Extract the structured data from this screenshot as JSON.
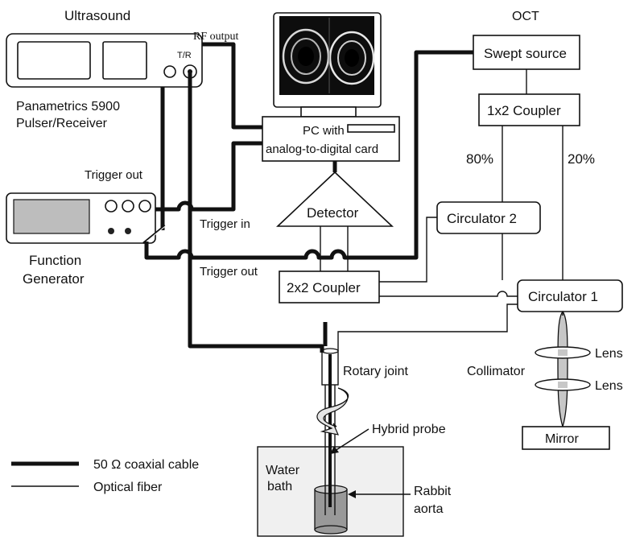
{
  "ultrasound": {
    "title": "Ultrasound",
    "device_line1": "Panametrics 5900",
    "device_line2": "Pulser/Receiver",
    "port_tr": "T/R",
    "rf_output": "RF output"
  },
  "function_generator": {
    "trigger_out_top": "Trigger out",
    "trigger_in": "Trigger in",
    "trigger_out_bottom": "Trigger out",
    "name_line1": "Function",
    "name_line2": "Generator"
  },
  "pc": {
    "line1": "PC with",
    "line2": "analog-to-digital card"
  },
  "detector": "Detector",
  "oct": {
    "title": "OCT",
    "swept_source": "Swept source",
    "coupler_1x2": "1x2 Coupler",
    "split_80": "80%",
    "split_20": "20%",
    "circulator_2": "Circulator 2",
    "circulator_1": "Circulator 1",
    "coupler_2x2": "2x2 Coupler"
  },
  "reference_arm": {
    "lens_top": "Lens",
    "collimator": "Collimator",
    "lens_bottom": "Lens",
    "mirror": "Mirror"
  },
  "sample_arm": {
    "rotary_joint": "Rotary joint",
    "hybrid_probe": "Hybrid probe",
    "bath_line1": "Water",
    "bath_line2": "bath",
    "aorta_line1": "Rabbit",
    "aorta_line2": "aorta"
  },
  "legend": {
    "coax": "50 Ω coaxial cable",
    "fiber": "Optical fiber"
  }
}
